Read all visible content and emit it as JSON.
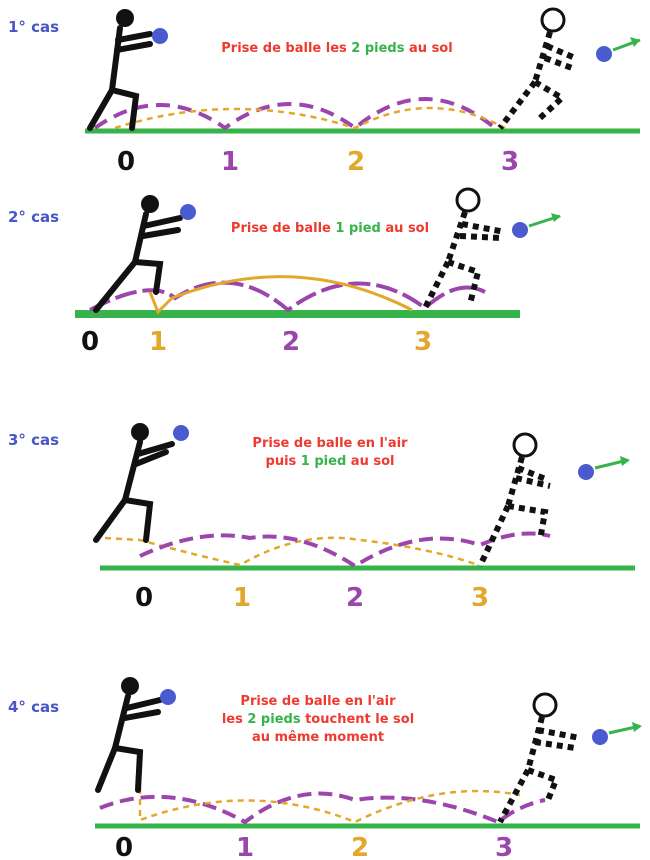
{
  "colors": {
    "blue": "#4a55c8",
    "red": "#ee3a2f",
    "green": "#36b34a",
    "purple": "#9b45ad",
    "gold": "#e2a72b",
    "black": "#111111",
    "ball": "#4a5bd0"
  },
  "cases": [
    {
      "label": "1° cas",
      "caption": [
        [
          {
            "t": "Prise de balle les ",
            "c": "red"
          },
          {
            "t": "2",
            "c": "green"
          },
          {
            "t": " pieds",
            "c": "green"
          },
          {
            "t": " au sol",
            "c": "red"
          }
        ]
      ],
      "steps": [
        {
          "text": "0",
          "c": "black"
        },
        {
          "text": "1",
          "c": "purple"
        },
        {
          "text": "2",
          "c": "gold"
        },
        {
          "text": "3",
          "c": "purple"
        }
      ]
    },
    {
      "label": "2° cas",
      "caption": [
        [
          {
            "t": "Prise de balle ",
            "c": "red"
          },
          {
            "t": "1",
            "c": "green"
          },
          {
            "t": " pied",
            "c": "green"
          },
          {
            "t": " au sol",
            "c": "red"
          }
        ]
      ],
      "steps": [
        {
          "text": "0",
          "c": "black"
        },
        {
          "text": "1",
          "c": "gold"
        },
        {
          "text": "2",
          "c": "purple"
        },
        {
          "text": "3",
          "c": "gold"
        }
      ]
    },
    {
      "label": "3° cas",
      "caption": [
        [
          {
            "t": "Prise de balle en l'air",
            "c": "red"
          }
        ],
        [
          {
            "t": "puis ",
            "c": "red"
          },
          {
            "t": "1",
            "c": "green"
          },
          {
            "t": " pied",
            "c": "green"
          },
          {
            "t": " au sol",
            "c": "red"
          }
        ]
      ],
      "steps": [
        {
          "text": "0",
          "c": "black"
        },
        {
          "text": "1",
          "c": "gold"
        },
        {
          "text": "2",
          "c": "purple"
        },
        {
          "text": "3",
          "c": "gold"
        }
      ]
    },
    {
      "label": "4° cas",
      "caption": [
        [
          {
            "t": "Prise de balle en l'air",
            "c": "red"
          }
        ],
        [
          {
            "t": "les ",
            "c": "red"
          },
          {
            "t": "2",
            "c": "green"
          },
          {
            "t": " pieds",
            "c": "green"
          },
          {
            "t": " touchent le sol",
            "c": "red"
          }
        ],
        [
          {
            "t": "au même moment",
            "c": "red"
          }
        ]
      ],
      "steps": [
        {
          "text": "0",
          "c": "black"
        },
        {
          "text": "1",
          "c": "purple"
        },
        {
          "text": "2",
          "c": "gold"
        },
        {
          "text": "3",
          "c": "purple"
        }
      ]
    }
  ]
}
